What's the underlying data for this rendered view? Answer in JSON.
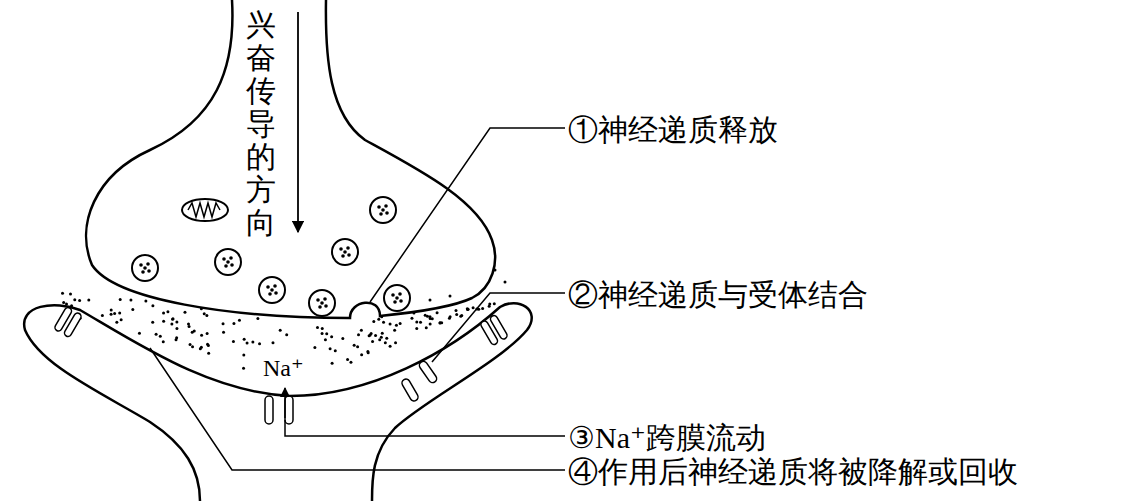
{
  "diagram": {
    "labels": [
      "兴奋传导的方向",
      "①神经递质释放",
      "②神经递质与受体结合",
      "Na⁺",
      "③Na⁺跨膜流动",
      "④作用后神经递质将被降解或回收"
    ]
  }
}
